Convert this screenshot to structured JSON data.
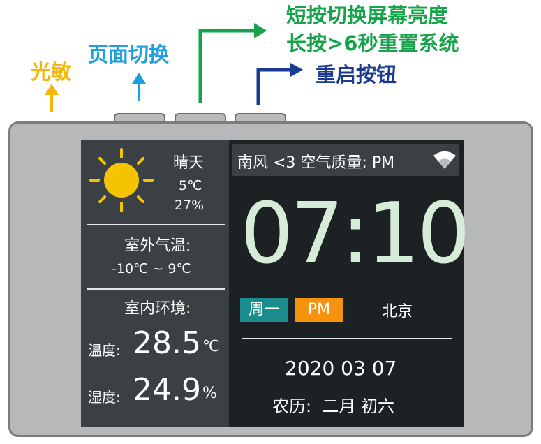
{
  "annotations": {
    "light_sensor": "光敏",
    "page_switch": "页面切换",
    "brightness_line1": "短按切换屏幕亮度",
    "brightness_line2": "长按>6秒重置系统",
    "reset_button": "重启按钮"
  },
  "colors": {
    "light_sensor": "#f5b800",
    "page_switch": "#1e9fe0",
    "brightness": "#16a34a",
    "reset": "#1a3b8f",
    "weekday_chip": "#1a8c8c",
    "ampm_chip": "#f5930f",
    "time": "#d6ecd9"
  },
  "weather": {
    "icon": "sun-icon",
    "condition": "晴天",
    "temperature": "5℃",
    "humidity": "27%"
  },
  "outdoor": {
    "title": "室外气温:",
    "range": "-10℃ ~ 9℃"
  },
  "indoor": {
    "title": "室内环境:",
    "temp_label": "温度:",
    "temp_value": "28.5",
    "temp_unit": "℃",
    "humidity_label": "湿度:",
    "humidity_value": "24.9",
    "humidity_unit": "%"
  },
  "header": {
    "ticker": "南风 <3 空气质量: PM",
    "wifi_icon": "wifi-icon"
  },
  "clock": {
    "time": "07:10",
    "weekday": "周一",
    "ampm": "PM",
    "city": "北京"
  },
  "date": {
    "gregorian": "2020 03 07",
    "lunar": "农历:  二月 初六"
  }
}
